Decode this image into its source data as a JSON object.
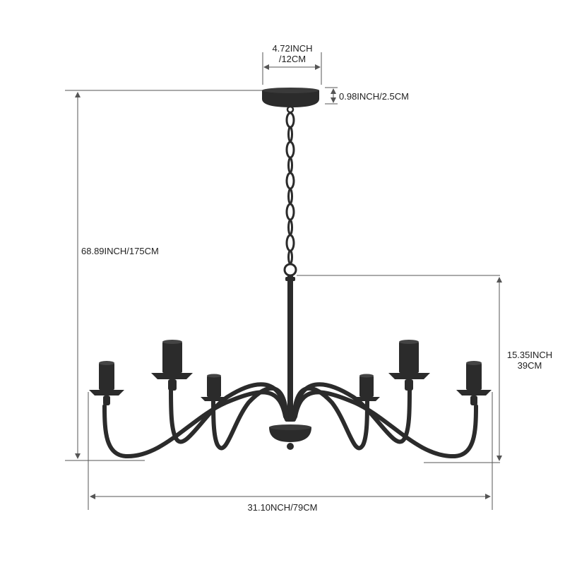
{
  "dimensions": {
    "canopy_width_line1": "4.72INCH",
    "canopy_width_line2": "/12CM",
    "canopy_height": "0.98INCH/2.5CM",
    "overall_height": "68.89INCH/175CM",
    "body_height_line1": "15.35INCH",
    "body_height_line2": "39CM",
    "overall_width": "31.10NCH/79CM"
  },
  "colors": {
    "metal": "#2b2b2b",
    "dimension_line": "#555555"
  }
}
